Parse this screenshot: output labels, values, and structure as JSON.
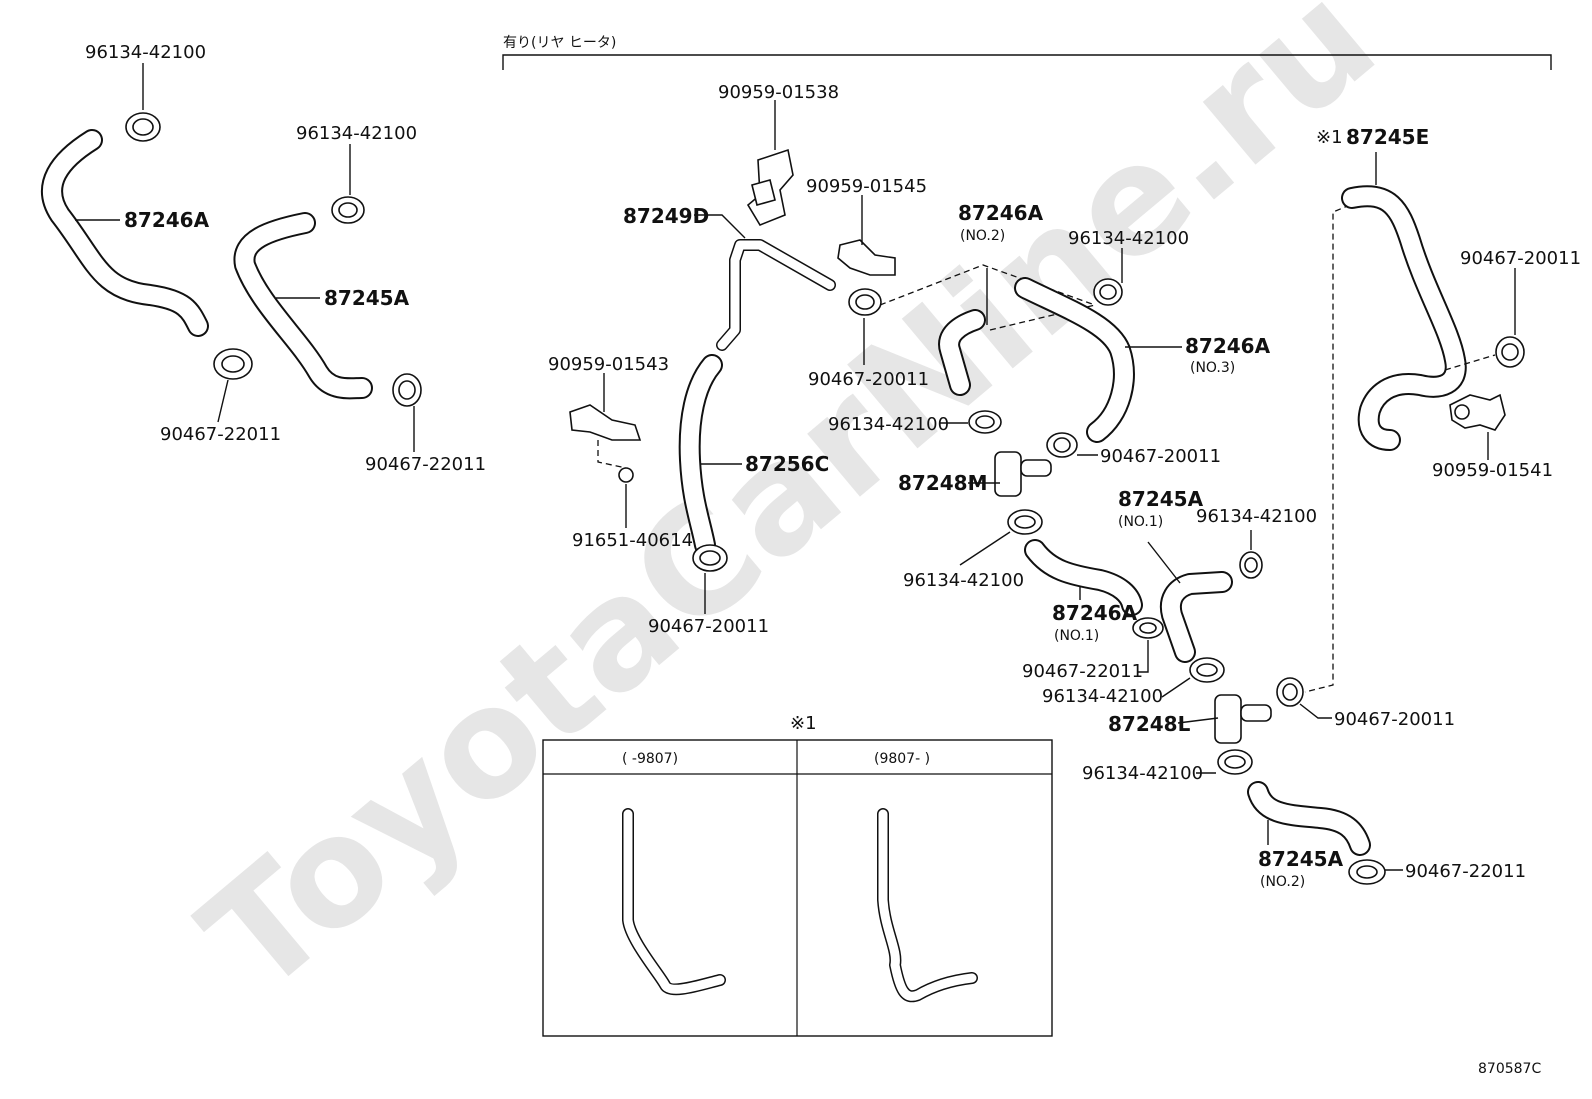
{
  "watermark": "ToyotaCarNine.ru",
  "bracket_label": "有り(リヤ ヒータ)",
  "figure_code": "870587C",
  "labels": {
    "p96134_tl": "96134-42100",
    "p87246a_l": "87246A",
    "p96134_l2": "96134-42100",
    "p87245a_l": "87245A",
    "p90467_22011_l1": "90467-22011",
    "p90467_22011_l2": "90467-22011",
    "p90959_01538": "90959-01538",
    "p90959_01545": "90959-01545",
    "p87249d": "87249D",
    "p90467_20011_a": "90467-20011",
    "p90959_01543": "90959-01543",
    "p91651_40614": "91651-40614",
    "p87256c": "87256C",
    "p90467_20011_b": "90467-20011",
    "p87246a_no2": "87246A",
    "p87246a_no2_sub": "(NO.2)",
    "p96134_c1": "96134-42100",
    "p87246a_no3": "87246A",
    "p87246a_no3_sub": "(NO.3)",
    "p96134_c2": "96134-42100",
    "p90467_20011_c": "90467-20011",
    "p87248m": "87248M",
    "p96134_c3": "96134-42100",
    "p87245a_no1": "87245A",
    "p87245a_no1_sub": "(NO.1)",
    "p96134_c4": "96134-42100",
    "p87246a_no1": "87246A",
    "p87246a_no1_sub": "(NO.1)",
    "p90467_22011_c": "90467-22011",
    "p96134_c5": "96134-42100",
    "p87248l": "87248L",
    "p96134_c6": "96134-42100",
    "p90467_20011_d": "90467-20011",
    "p87245a_no2": "87245A",
    "p87245a_no2_sub": "(NO.2)",
    "p90467_22011_d": "90467-22011",
    "p87245e_mark": "※1",
    "p87245e": "87245E",
    "p90467_20011_e": "90467-20011",
    "p90959_01541": "90959-01541"
  },
  "inset": {
    "mark": "※1",
    "col_left": "(      -9807)",
    "col_right": "(9807-      )"
  }
}
